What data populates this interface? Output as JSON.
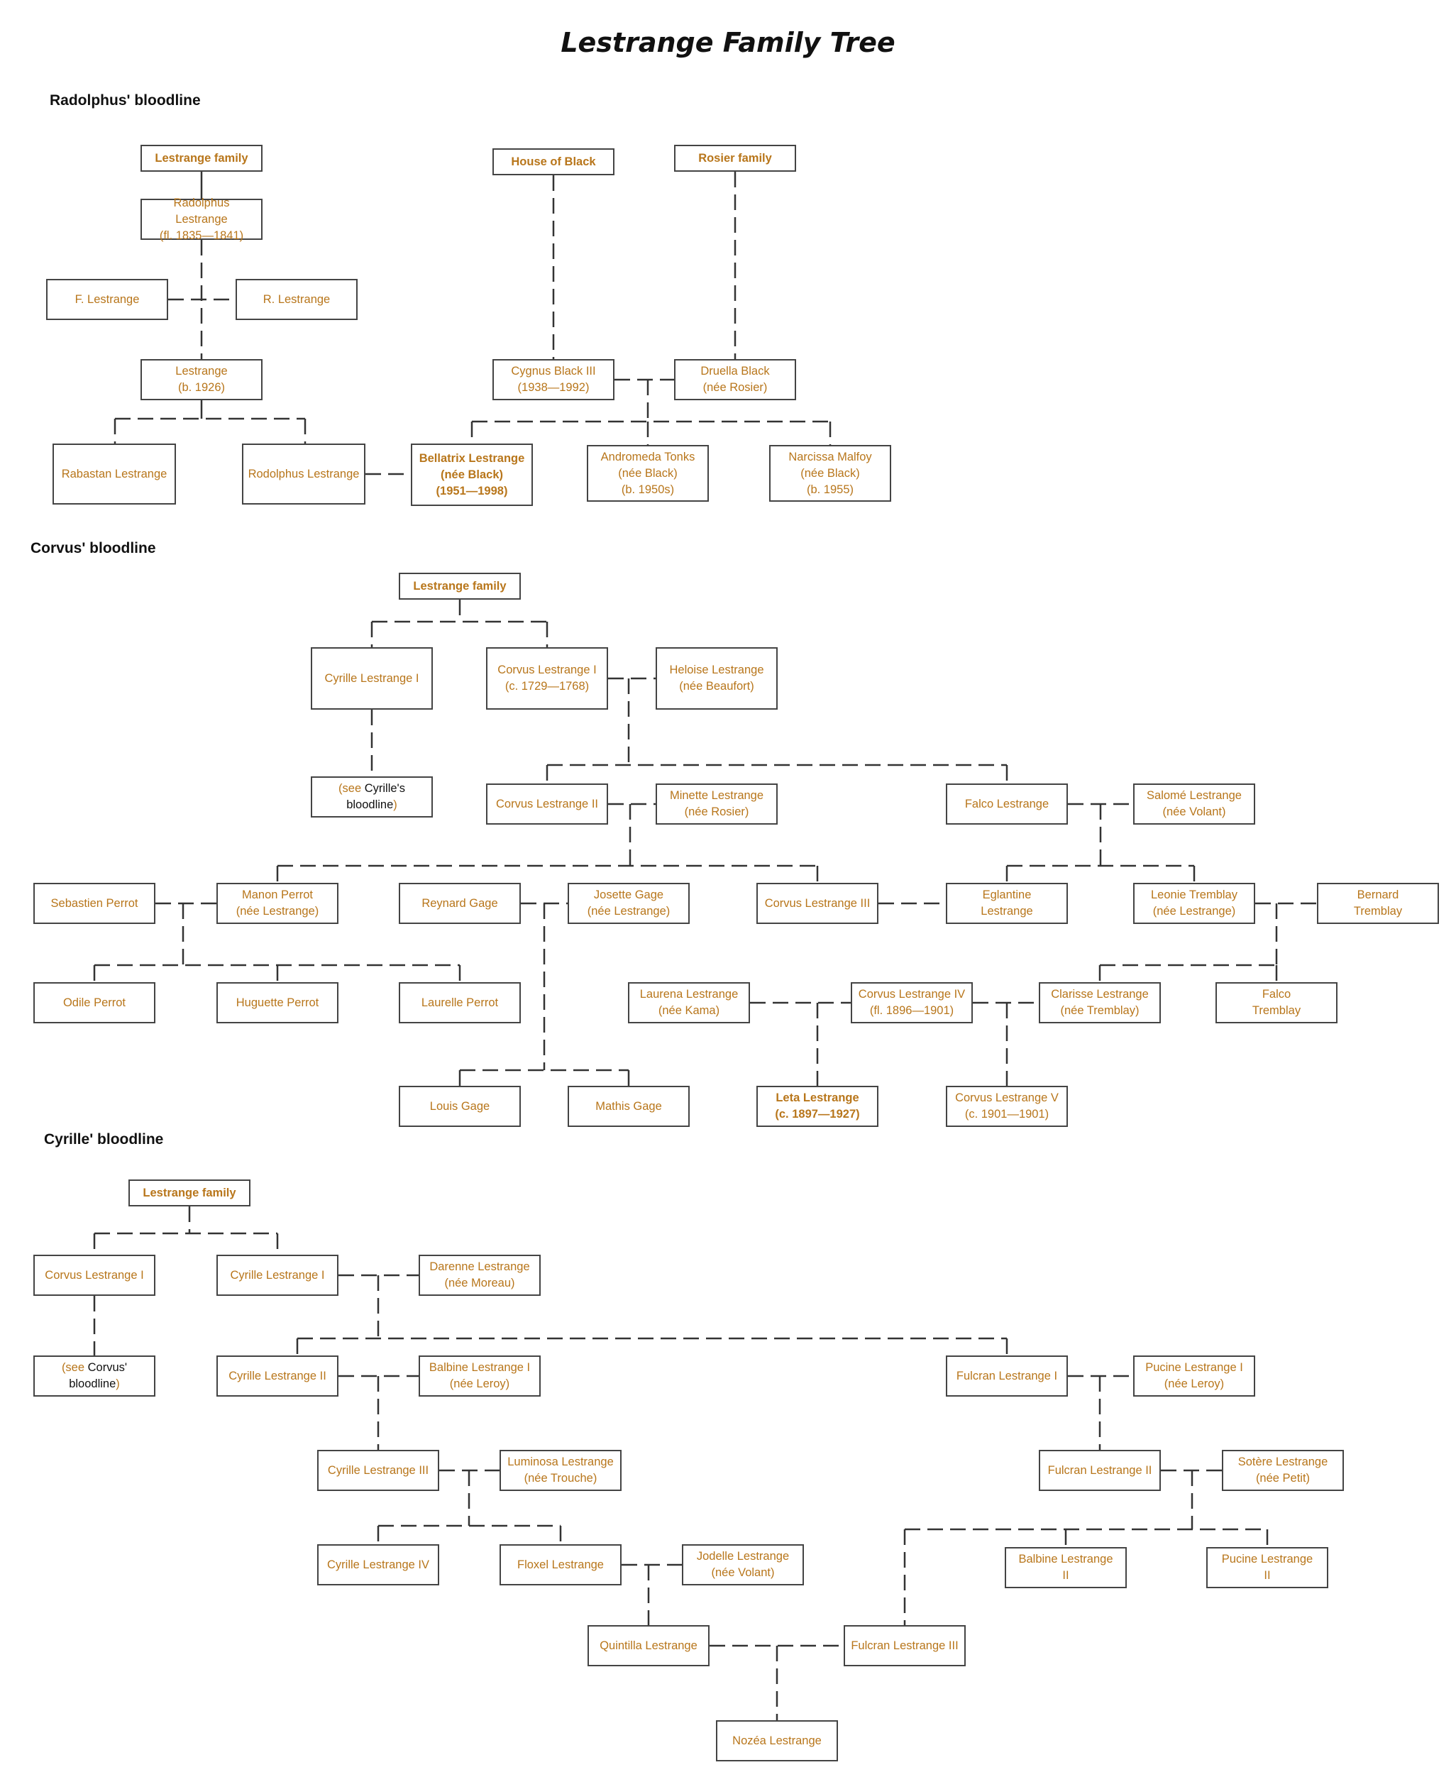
{
  "title": "Lestrange Family Tree",
  "sections": {
    "s1": "Radolphus' bloodline",
    "s2": "Corvus' bloodline",
    "s3": "Cyrille' bloodline"
  },
  "nodes": {
    "a1": {
      "lines": [
        "Lestrange family"
      ],
      "bold": true
    },
    "a2": {
      "lines": [
        "House of Black"
      ],
      "bold": true
    },
    "a3": {
      "lines": [
        "Rosier family"
      ],
      "bold": true
    },
    "a4": {
      "lines": [
        "Radolphus Lestrange",
        "(fl. 1835—1841)"
      ]
    },
    "a5": {
      "lines": [
        "F. Lestrange"
      ]
    },
    "a6": {
      "lines": [
        "R. Lestrange"
      ]
    },
    "a7": {
      "lines": [
        "Lestrange",
        "(b. 1926)"
      ]
    },
    "a8": {
      "lines": [
        "Cygnus Black III",
        "(1938—1992)"
      ]
    },
    "a9": {
      "lines": [
        "Druella Black",
        "(née Rosier)"
      ]
    },
    "a10": {
      "lines": [
        "Rabastan Lestrange"
      ]
    },
    "a11": {
      "lines": [
        "Rodolphus Lestrange"
      ]
    },
    "a12": {
      "lines": [
        "Bellatrix Lestrange",
        "(née Black)",
        "(1951—1998)"
      ],
      "bold": true
    },
    "a13": {
      "lines": [
        "Andromeda Tonks",
        "(née Black)",
        "(b. 1950s)"
      ]
    },
    "a14": {
      "lines": [
        "Narcissa Malfoy",
        "(née Black)",
        "(b. 1955)"
      ]
    },
    "b1": {
      "lines": [
        "Lestrange family"
      ],
      "bold": true
    },
    "b2": {
      "lines": [
        "Cyrille Lestrange I"
      ]
    },
    "b3": {
      "lines": [
        "Corvus Lestrange I",
        "(c. 1729—1768)"
      ]
    },
    "b4": {
      "lines": [
        "Heloise Lestrange",
        "(née Beaufort)"
      ]
    },
    "b5": {
      "pre": "(see ",
      "plain": "Cyrille's",
      "plain2": "bloodline",
      "post": ")"
    },
    "b6": {
      "lines": [
        "Corvus Lestrange II"
      ]
    },
    "b7": {
      "lines": [
        "Minette Lestrange",
        "(née Rosier)"
      ]
    },
    "b8": {
      "lines": [
        "Falco Lestrange"
      ]
    },
    "b9": {
      "lines": [
        "Salomé Lestrange",
        "(née Volant)"
      ]
    },
    "b10": {
      "lines": [
        "Sebastien Perrot"
      ]
    },
    "b11": {
      "lines": [
        "Manon Perrot",
        "(née Lestrange)"
      ]
    },
    "b12": {
      "lines": [
        "Reynard Gage"
      ]
    },
    "b13": {
      "lines": [
        "Josette Gage",
        "(née Lestrange)"
      ]
    },
    "b14": {
      "lines": [
        "Corvus Lestrange III"
      ]
    },
    "b15": {
      "lines": [
        "Eglantine",
        "Lestrange"
      ]
    },
    "b16": {
      "lines": [
        "Leonie Tremblay",
        "(née Lestrange)"
      ]
    },
    "b17": {
      "lines": [
        "Bernard",
        "Tremblay"
      ]
    },
    "b18": {
      "lines": [
        "Odile Perrot"
      ]
    },
    "b19": {
      "lines": [
        "Huguette Perrot"
      ]
    },
    "b20": {
      "lines": [
        "Laurelle Perrot"
      ]
    },
    "b21": {
      "lines": [
        "Laurena Lestrange",
        "(née Kama)"
      ]
    },
    "b22": {
      "lines": [
        "Corvus Lestrange IV",
        "(fl. 1896—1901)"
      ]
    },
    "b23": {
      "lines": [
        "Clarisse Lestrange",
        "(née Tremblay)"
      ]
    },
    "b24": {
      "lines": [
        "Falco",
        "Tremblay"
      ]
    },
    "b25": {
      "lines": [
        "Louis Gage"
      ]
    },
    "b26": {
      "lines": [
        "Mathis Gage"
      ]
    },
    "b27": {
      "lines": [
        "Leta Lestrange",
        "(c. 1897—1927)"
      ],
      "bold": true
    },
    "b28": {
      "lines": [
        "Corvus Lestrange V",
        "(c. 1901—1901)"
      ]
    },
    "c1": {
      "lines": [
        "Lestrange family"
      ],
      "bold": true
    },
    "c2": {
      "lines": [
        "Corvus Lestrange I"
      ]
    },
    "c3": {
      "lines": [
        "Cyrille Lestrange I"
      ]
    },
    "c4": {
      "lines": [
        "Darenne Lestrange",
        "(née Moreau)"
      ]
    },
    "c5": {
      "pre": "(see ",
      "plain": "Corvus'",
      "plain2": "bloodline",
      "post": ")"
    },
    "c6": {
      "lines": [
        "Cyrille Lestrange II"
      ]
    },
    "c7": {
      "lines": [
        "Balbine Lestrange I",
        "(née Leroy)"
      ]
    },
    "c8": {
      "lines": [
        "Fulcran Lestrange I"
      ]
    },
    "c9": {
      "lines": [
        "Pucine Lestrange I",
        "(née Leroy)"
      ]
    },
    "c10": {
      "lines": [
        "Cyrille Lestrange III"
      ]
    },
    "c11": {
      "lines": [
        "Luminosa Lestrange",
        "(née Trouche)"
      ]
    },
    "c12": {
      "lines": [
        "Fulcran Lestrange II"
      ]
    },
    "c13": {
      "lines": [
        "Sotère Lestrange",
        "(née Petit)"
      ]
    },
    "c14": {
      "lines": [
        "Cyrille Lestrange IV"
      ]
    },
    "c15": {
      "lines": [
        "Floxel Lestrange"
      ]
    },
    "c16": {
      "lines": [
        "Jodelle Lestrange",
        "(née Volant)"
      ]
    },
    "c17": {
      "lines": [
        "Balbine Lestrange",
        "II"
      ]
    },
    "c18": {
      "lines": [
        "Pucine Lestrange",
        "II"
      ]
    },
    "c19": {
      "lines": [
        "Quintilla Lestrange"
      ]
    },
    "c20": {
      "lines": [
        "Fulcran Lestrange III"
      ]
    },
    "c21": {
      "lines": [
        "Nozéa Lestrange"
      ]
    }
  }
}
